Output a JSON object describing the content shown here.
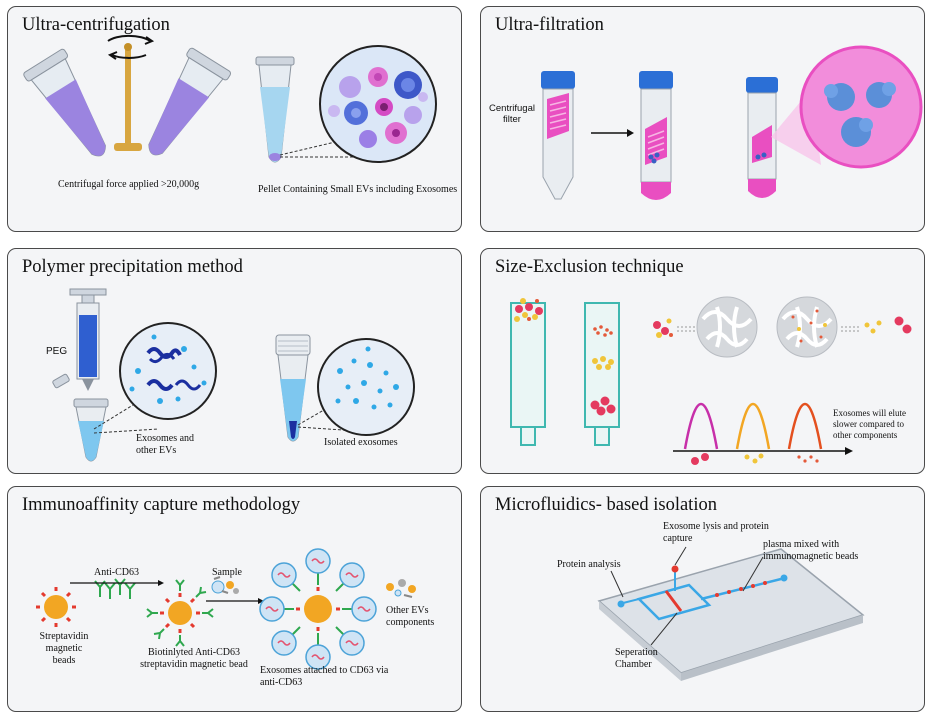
{
  "panels": {
    "ultracentrifugation": {
      "title": "Ultra-centrifugation",
      "force_label": "Centrifugal force applied >20,000g",
      "pellet_label": "Pellet Containing Small EVs including Exosomes"
    },
    "ultrafiltration": {
      "title": "Ultra-filtration",
      "filter_label": "Centrifugal filter"
    },
    "polymer": {
      "title": "Polymer precipitation method",
      "peg_label": "PEG",
      "exosomes_label": "Exosomes and other EVs",
      "isolated_label": "Isolated exosomes"
    },
    "size_exclusion": {
      "title": "Size-Exclusion technique",
      "elute_label": "Exosomes will elute slower compared to other components"
    },
    "immunoaffinity": {
      "title": "Immunoaffinity capture methodology",
      "streptavidin_label": "Streptavidin magnetic beads",
      "anticd63_label": "Anti-CD63",
      "biotinylated_label": "Biotinlyted Anti-CD63 streptavidin magnetic bead",
      "sample_label": "Sample",
      "attached_label": "Exosomes attached to CD63 via anti-CD63",
      "other_label": "Other EVs components"
    },
    "microfluidics": {
      "title": "Microfluidics- based isolation",
      "protein_analysis_label": "Protein analysis",
      "lysis_label": "Exosome lysis and protein capture",
      "plasma_label": "plasma mixed with immunomagnetic beads",
      "chamber_label": "Seperation Chamber"
    }
  },
  "colors": {
    "panel_border": "#4a4a4a",
    "panel_bg": "#f4f5f7",
    "purple": "#9b84e0",
    "blue": "#2f5fd0",
    "pink": "#e94fc1",
    "cyan_column": "#3fb8b0",
    "bead_orange": "#f2a623",
    "bead_red": "#e43a2f"
  }
}
